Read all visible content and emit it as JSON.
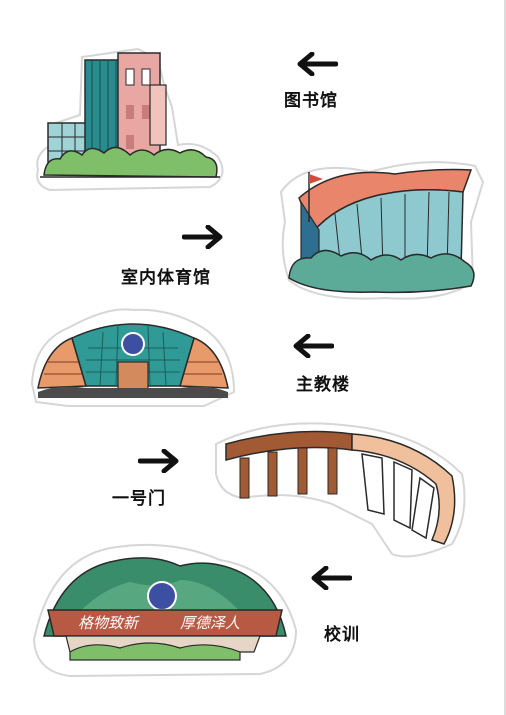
{
  "labels": {
    "library": "图书馆",
    "gym": "室内体育馆",
    "main_building": "主教楼",
    "gate": "一号门",
    "motto": "校训"
  },
  "motto_text": {
    "left": "格物致新",
    "right": "厚德泽人"
  },
  "icons": {
    "arrow_left": "arrow-left-icon",
    "arrow_right": "arrow-right-icon"
  },
  "colors": {
    "outline": "#2a2a2a",
    "tree_green": "#7fbf6a",
    "glass_teal": "#2e8f8f",
    "roof_orange": "#e8856a",
    "wood_brown": "#a15a33",
    "mountain_green": "#3a8d6b",
    "sign_red": "#b85a43"
  }
}
